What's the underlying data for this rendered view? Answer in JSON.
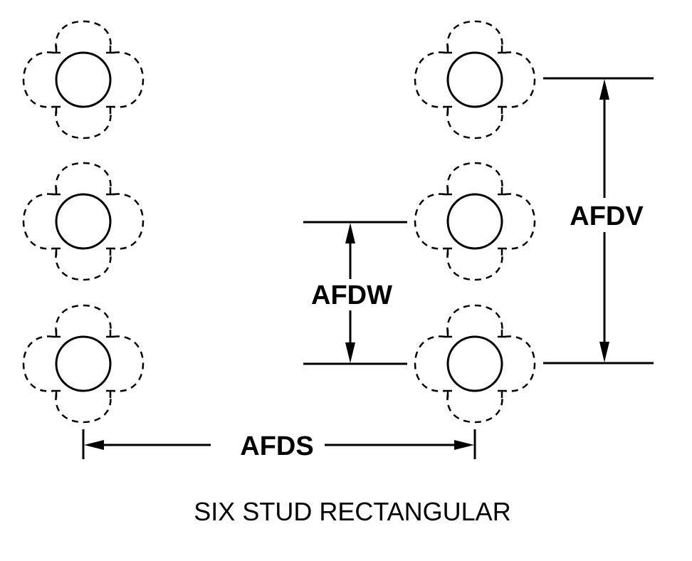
{
  "diagram": {
    "title": "SIX STUD RECTANGULAR",
    "stroke_color": "#000000",
    "background_color": "#ffffff",
    "studs": [
      {
        "id": "stud-top-left",
        "row": 1,
        "column": 1
      },
      {
        "id": "stud-middle-left",
        "row": 2,
        "column": 1
      },
      {
        "id": "stud-bottom-left",
        "row": 3,
        "column": 1
      },
      {
        "id": "stud-top-right",
        "row": 1,
        "column": 2
      },
      {
        "id": "stud-middle-right",
        "row": 2,
        "column": 2
      },
      {
        "id": "stud-bottom-right",
        "row": 3,
        "column": 2
      }
    ],
    "dimensions": {
      "afds": {
        "label": "AFDS",
        "description": "horizontal spacing between stud columns"
      },
      "afdw": {
        "label": "AFDW",
        "description": "vertical spacing between middle and bottom rows"
      },
      "afdv": {
        "label": "AFDV",
        "description": "vertical spacing between top and bottom rows"
      }
    }
  }
}
